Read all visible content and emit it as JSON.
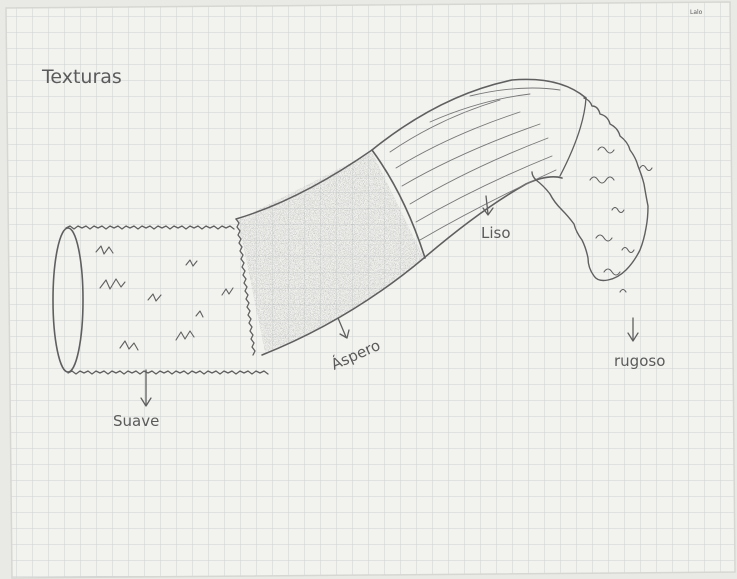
{
  "sheet": {
    "paper_color": "#f2f2ef",
    "grid_color": "#cfd3d6",
    "background_color": "#e9e9e6",
    "ink_color": "#5b5b5b",
    "corner_mark": "Lalo"
  },
  "drawing": {
    "title": "Texturas",
    "labels": {
      "suave": "Suave",
      "aspero": "Áspero",
      "liso": "Liso",
      "rugoso": "rugoso"
    }
  }
}
